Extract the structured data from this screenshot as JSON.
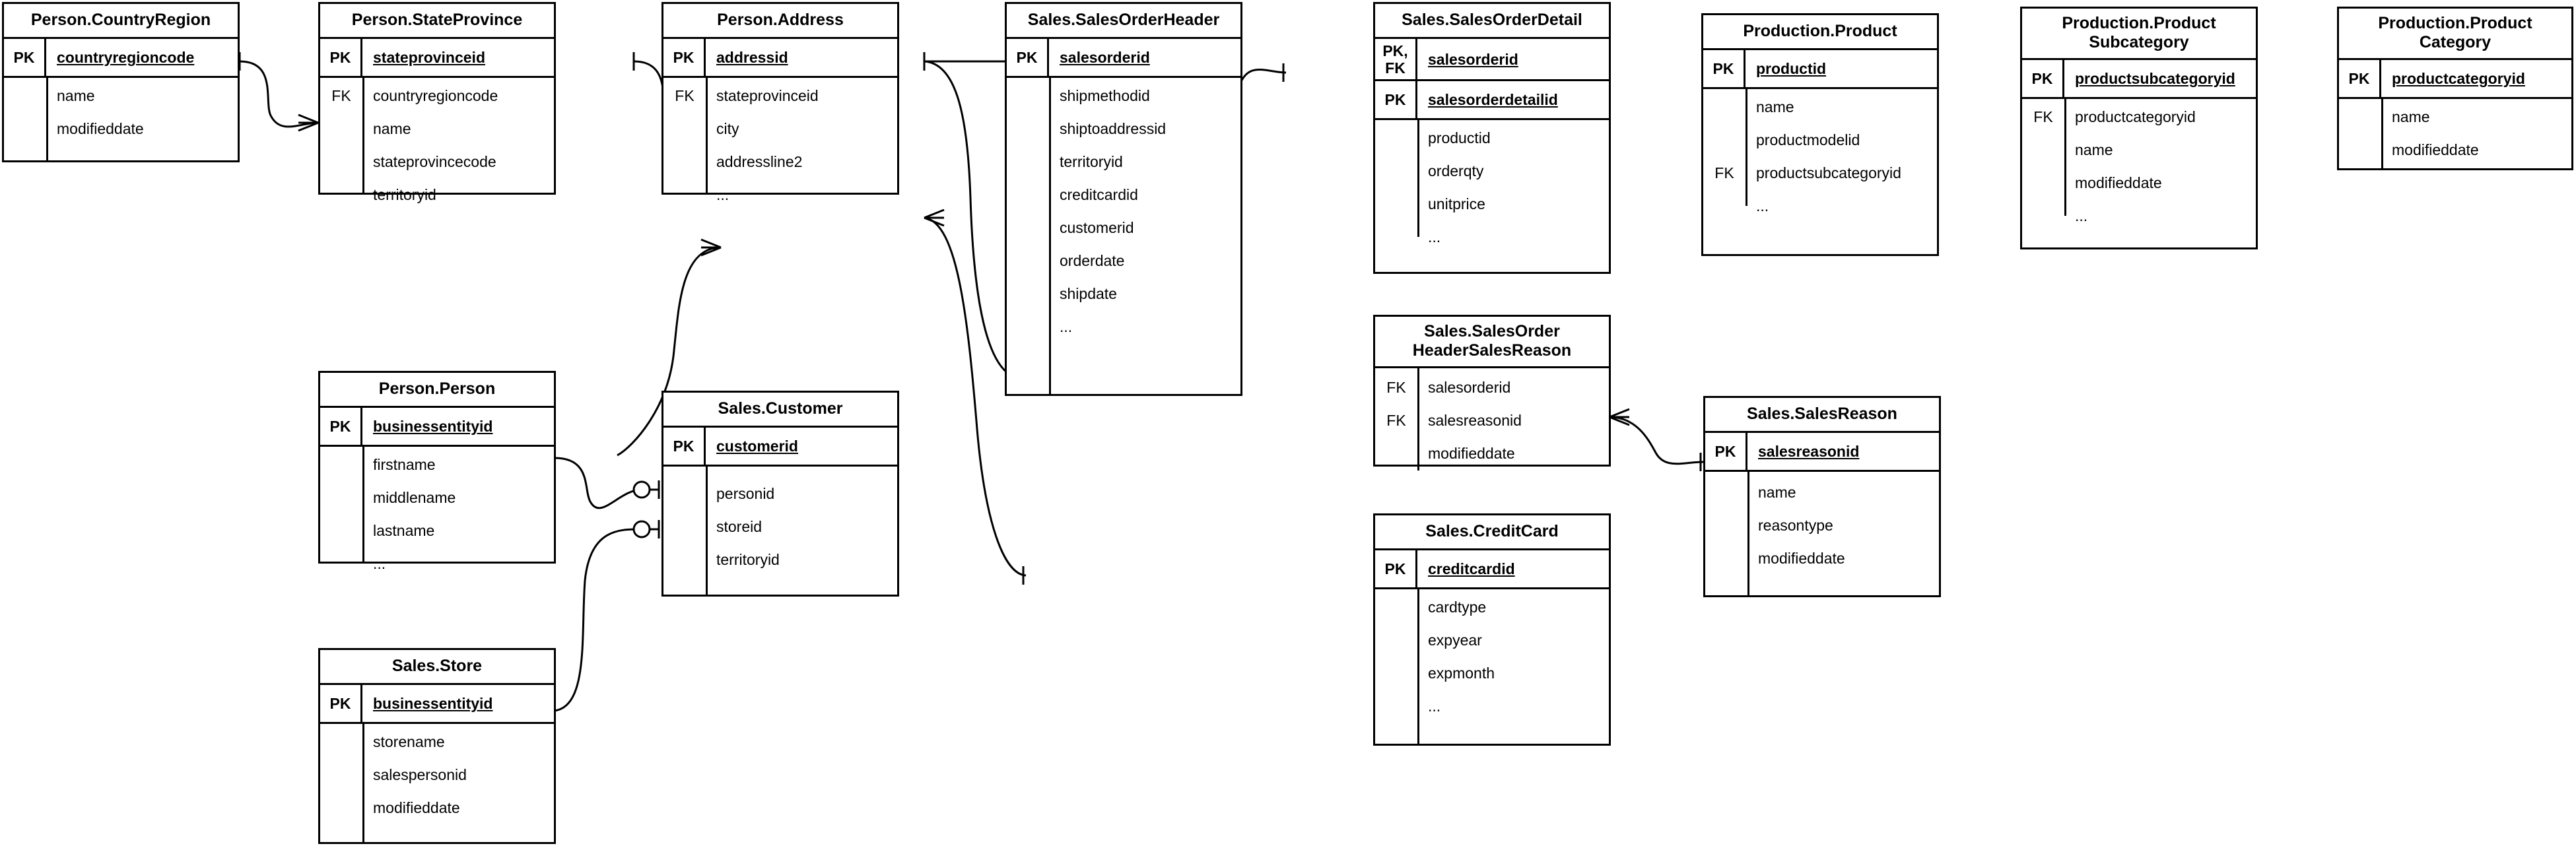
{
  "diagram": {
    "title": "AdventureWorks Sales ER Diagram",
    "notation": "crow's foot",
    "stroke_color": "#000000",
    "background_color": "#ffffff",
    "key_labels": {
      "pk": "PK",
      "fk": "FK",
      "pkfk": "PK,\nFK"
    },
    "ellipsis": "..."
  },
  "entities": [
    {
      "id": "person_countryregion",
      "title": "Person.CountryRegion",
      "keys": [
        {
          "tag": "PK",
          "field": "countryregioncode"
        }
      ],
      "attributes": [
        {
          "tag": "",
          "field": "name"
        },
        {
          "tag": "",
          "field": "modifieddate"
        }
      ]
    },
    {
      "id": "person_stateprovince",
      "title": "Person.StateProvince",
      "keys": [
        {
          "tag": "PK",
          "field": "stateprovinceid"
        }
      ],
      "attributes": [
        {
          "tag": "FK",
          "field": "countryregioncode"
        },
        {
          "tag": "",
          "field": "name"
        },
        {
          "tag": "",
          "field": "stateprovincecode"
        },
        {
          "tag": "",
          "field": "territoryid"
        }
      ]
    },
    {
      "id": "person_address",
      "title": "Person.Address",
      "keys": [
        {
          "tag": "PK",
          "field": "addressid"
        }
      ],
      "attributes": [
        {
          "tag": "FK",
          "field": "stateprovinceid"
        },
        {
          "tag": "",
          "field": "city"
        },
        {
          "tag": "",
          "field": "addressline2"
        },
        {
          "tag": "",
          "field": "..."
        }
      ]
    },
    {
      "id": "sales_salesorderheader",
      "title": "Sales.SalesOrderHeader",
      "keys": [
        {
          "tag": "PK",
          "field": "salesorderid"
        }
      ],
      "attributes": [
        {
          "tag": "",
          "field": "shipmethodid"
        },
        {
          "tag": "",
          "field": "shiptoaddressid"
        },
        {
          "tag": "",
          "field": "territoryid"
        },
        {
          "tag": "",
          "field": "creditcardid"
        },
        {
          "tag": "",
          "field": "customerid"
        },
        {
          "tag": "",
          "field": "orderdate"
        },
        {
          "tag": "",
          "field": "shipdate"
        },
        {
          "tag": "",
          "field": "..."
        }
      ]
    },
    {
      "id": "sales_salesorderdetail",
      "title": "Sales.SalesOrderDetail",
      "keys": [
        {
          "tag": "PK,\nFK",
          "field": "salesorderid"
        },
        {
          "tag": "PK",
          "field": "salesorderdetailid"
        }
      ],
      "attributes": [
        {
          "tag": "",
          "field": "productid"
        },
        {
          "tag": "",
          "field": "orderqty"
        },
        {
          "tag": "",
          "field": "unitprice"
        },
        {
          "tag": "",
          "field": "..."
        }
      ]
    },
    {
      "id": "production_product",
      "title": "Production.Product",
      "keys": [
        {
          "tag": "PK",
          "field": "productid"
        }
      ],
      "attributes": [
        {
          "tag": "",
          "field": "name"
        },
        {
          "tag": "",
          "field": "productmodelid"
        },
        {
          "tag": "FK",
          "field": "productsubcategoryid"
        },
        {
          "tag": "",
          "field": "..."
        }
      ]
    },
    {
      "id": "production_productsubcategory",
      "title": "Production.Product\nSubcategory",
      "keys": [
        {
          "tag": "PK",
          "field": "productsubcategoryid"
        }
      ],
      "attributes": [
        {
          "tag": "FK",
          "field": "productcategoryid"
        },
        {
          "tag": "",
          "field": "name"
        },
        {
          "tag": "",
          "field": "modifieddate"
        },
        {
          "tag": "",
          "field": "..."
        }
      ]
    },
    {
      "id": "production_productcategory",
      "title": "Production.Product\nCategory",
      "keys": [
        {
          "tag": "PK",
          "field": "productcategoryid"
        }
      ],
      "attributes": [
        {
          "tag": "",
          "field": "name"
        },
        {
          "tag": "",
          "field": "modifieddate"
        }
      ]
    },
    {
      "id": "person_person",
      "title": "Person.Person",
      "keys": [
        {
          "tag": "PK",
          "field": "businessentityid"
        }
      ],
      "attributes": [
        {
          "tag": "",
          "field": "firstname"
        },
        {
          "tag": "",
          "field": "middlename"
        },
        {
          "tag": "",
          "field": "lastname"
        },
        {
          "tag": "",
          "field": "..."
        }
      ]
    },
    {
      "id": "sales_customer",
      "title": "Sales.Customer",
      "keys": [
        {
          "tag": "PK",
          "field": "customerid"
        }
      ],
      "attributes": [
        {
          "tag": "",
          "field": "personid"
        },
        {
          "tag": "",
          "field": "storeid"
        },
        {
          "tag": "",
          "field": "territoryid"
        }
      ]
    },
    {
      "id": "sales_store",
      "title": "Sales.Store",
      "keys": [
        {
          "tag": "PK",
          "field": "businessentityid"
        }
      ],
      "attributes": [
        {
          "tag": "",
          "field": "storename"
        },
        {
          "tag": "",
          "field": "salespersonid"
        },
        {
          "tag": "",
          "field": "modifieddate"
        }
      ]
    },
    {
      "id": "sales_salesorderheadersalesreason",
      "title": "Sales.SalesOrder\nHeaderSalesReason",
      "keys": [],
      "attributes": [
        {
          "tag": "FK",
          "field": "salesorderid"
        },
        {
          "tag": "FK",
          "field": "salesreasonid"
        },
        {
          "tag": "",
          "field": "modifieddate"
        }
      ]
    },
    {
      "id": "sales_salesreason",
      "title": "Sales.SalesReason",
      "keys": [
        {
          "tag": "PK",
          "field": "salesreasonid"
        }
      ],
      "attributes": [
        {
          "tag": "",
          "field": "name"
        },
        {
          "tag": "",
          "field": "reasontype"
        },
        {
          "tag": "",
          "field": "modifieddate"
        }
      ]
    },
    {
      "id": "sales_creditcard",
      "title": "Sales.CreditCard",
      "keys": [
        {
          "tag": "PK",
          "field": "creditcardid"
        }
      ],
      "attributes": [
        {
          "tag": "",
          "field": "cardtype"
        },
        {
          "tag": "",
          "field": "expyear"
        },
        {
          "tag": "",
          "field": "expmonth"
        },
        {
          "tag": "",
          "field": "..."
        }
      ]
    }
  ],
  "relationships": [
    {
      "from": "person_countryregion.countryregioncode",
      "to": "person_stateprovince.countryregioncode",
      "from_card": "one",
      "to_card": "many"
    },
    {
      "from": "person_stateprovince.stateprovinceid",
      "to": "person_address.stateprovinceid",
      "from_card": "one",
      "to_card": "many"
    },
    {
      "from": "person_address.addressid",
      "to": "sales_salesorderheader.shiptoaddressid",
      "from_card": "one",
      "to_card": "many"
    },
    {
      "from": "sales_salesorderheader.salesorderid",
      "to": "sales_salesorderdetail.salesorderid",
      "from_card": "one",
      "to_card": "many"
    },
    {
      "from": "sales_salesorderheader.salesorderid",
      "to": "sales_salesorderheadersalesreason.salesorderid",
      "from_card": "one",
      "to_card": "many"
    },
    {
      "from": "sales_salesorderheader.creditcardid",
      "to": "sales_creditcard.creditcardid",
      "from_card": "many",
      "to_card": "one"
    },
    {
      "from": "sales_salesorderdetail.productid",
      "to": "production_product.productid",
      "from_card": "many",
      "to_card": "one"
    },
    {
      "from": "production_product.productsubcategoryid",
      "to": "production_productsubcategory.productsubcategoryid",
      "from_card": "many",
      "to_card": "one"
    },
    {
      "from": "production_productsubcategory.productcategoryid",
      "to": "production_productcategory.productcategoryid",
      "from_card": "many",
      "to_card": "one"
    },
    {
      "from": "sales_salesorderheadersalesreason.salesreasonid",
      "to": "sales_salesreason.salesreasonid",
      "from_card": "many",
      "to_card": "one"
    },
    {
      "from": "sales_customer.customerid",
      "to": "sales_salesorderheader.customerid",
      "from_card": "one",
      "to_card": "many"
    },
    {
      "from": "person_person.businessentityid",
      "to": "sales_customer.personid",
      "from_card": "one",
      "to_card": "zero-or-one"
    },
    {
      "from": "sales_store.businessentityid",
      "to": "sales_customer.storeid",
      "from_card": "one",
      "to_card": "zero-or-one"
    }
  ]
}
